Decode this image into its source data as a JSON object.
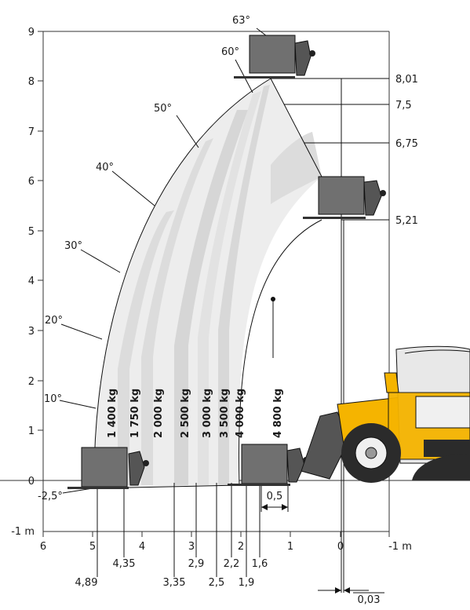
{
  "y_axis": {
    "ticks": [
      "9",
      "8",
      "7",
      "6",
      "5",
      "4",
      "3",
      "2",
      "1",
      "0",
      "-1 m"
    ]
  },
  "x_axis": {
    "ticks": [
      "6",
      "5",
      "4",
      "3",
      "2",
      "1",
      "0",
      "-1 m"
    ]
  },
  "angles": [
    "63°",
    "60°",
    "50°",
    "40°",
    "30°",
    "20°",
    "10°",
    "-2,5°"
  ],
  "right_heights": [
    "8,01",
    "7,5",
    "6,75",
    "5,21"
  ],
  "bottom_distances": [
    "4,89",
    "4,35",
    "3,35",
    "2,9",
    "2,5",
    "2,2",
    "1,9",
    "1,6"
  ],
  "dims": {
    "attachment_depth": "0,5",
    "front_offset": "0,03"
  },
  "loads": [
    "1 400 kg",
    "1 750 kg",
    "2 000 kg",
    "2 500 kg",
    "3 000 kg",
    "3 500 kg",
    "4 000 kg",
    "4 800 kg"
  ],
  "colors": {
    "zone_light": "#ededed",
    "zone_mid": "#dcdcdc",
    "outline": "#111111",
    "machine_yellow": "#f5b400",
    "machine_dark": "#2b2b2b"
  }
}
